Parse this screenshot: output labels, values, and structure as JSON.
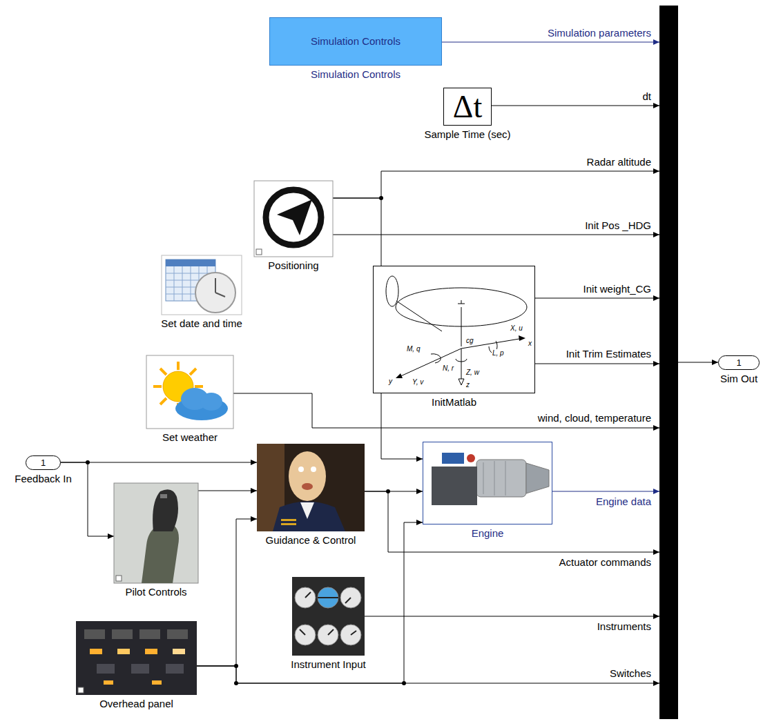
{
  "diagram": {
    "nodes": [
      {
        "text": [
          "Simulation Controls",
          "Simulation Controls"
        ]
      },
      {
        "text": [
          "Δt",
          "Sample Time (sec)"
        ]
      },
      {
        "text": [
          "Positioning"
        ]
      },
      {
        "text": [
          "Set date and time"
        ]
      },
      {
        "text": [
          "InitMatlab"
        ]
      },
      {
        "text": [
          "Set weather"
        ]
      },
      {
        "text": [
          "1",
          "Feedback In"
        ]
      },
      {
        "text": [
          "Guidance & Control"
        ]
      },
      {
        "text": [
          "Engine"
        ]
      },
      {
        "text": [
          "Pilot Controls"
        ]
      },
      {
        "text": [
          "Instrument Input"
        ]
      },
      {
        "text": [
          "Overhead panel"
        ]
      },
      {
        "text": []
      },
      {
        "text": [
          "1",
          "Sim Out"
        ]
      }
    ],
    "edges": [
      {
        "from": 0,
        "to": 12,
        "label": "Simulation parameters",
        "arrow": "to"
      },
      {
        "from": 1,
        "to": 12,
        "label": "dt",
        "arrow": "to"
      },
      {
        "from": 2,
        "to": 12,
        "label": "Radar altitude",
        "arrow": "to"
      },
      {
        "from": 2,
        "to": 8,
        "arrow": "to"
      },
      {
        "from": 2,
        "to": 12,
        "label": "Init Pos _HDG",
        "arrow": "to"
      },
      {
        "from": 4,
        "to": 12,
        "label": "Init weight_CG",
        "arrow": "to"
      },
      {
        "from": 4,
        "to": 12,
        "label": "Init Trim Estimates",
        "arrow": "to"
      },
      {
        "from": 5,
        "to": 12,
        "label": "wind, cloud, temperature",
        "arrow": "to"
      },
      {
        "from": 6,
        "to": 7,
        "arrow": "to"
      },
      {
        "from": 6,
        "to": 9,
        "arrow": "to"
      },
      {
        "from": 9,
        "to": 7,
        "arrow": "to"
      },
      {
        "from": 7,
        "to": 8,
        "arrow": "to"
      },
      {
        "from": 7,
        "to": 12,
        "label": "Actuator commands",
        "arrow": "to"
      },
      {
        "from": 8,
        "to": 12,
        "label": "Engine data",
        "arrow": "to"
      },
      {
        "from": 10,
        "to": 12,
        "label": "Instruments",
        "arrow": "to"
      },
      {
        "from": 11,
        "to": 7,
        "arrow": "to"
      },
      {
        "from": 11,
        "to": 8,
        "arrow": "to"
      },
      {
        "from": 11,
        "to": 12,
        "label": "Switches",
        "arrow": "to"
      },
      {
        "from": 12,
        "to": 13,
        "arrow": "to"
      }
    ],
    "labels": [
      "M, q",
      "Y, v",
      "y",
      "N, r",
      "cg",
      "L, p",
      "X, u",
      "x",
      "Z, w",
      "z"
    ]
  }
}
